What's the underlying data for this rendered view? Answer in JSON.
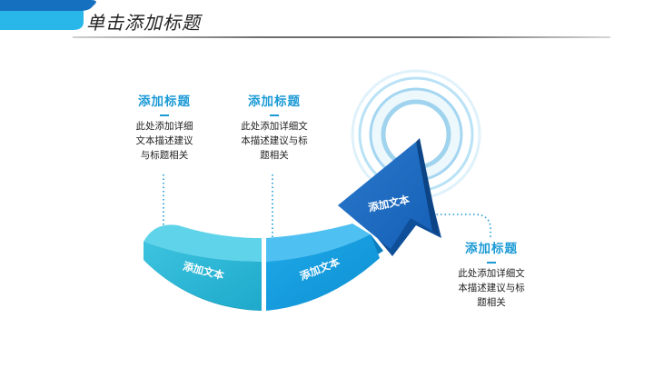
{
  "header": {
    "title": "单击添加标题"
  },
  "diagram": {
    "segment_left_label": "添加文本",
    "segment_mid_label": "添加文本",
    "arrow_label": "添加文本",
    "colors": {
      "cyan": "#25b4d4",
      "blue": "#139fe0",
      "navy": "#1766bd",
      "ring": "#9fd3ee"
    }
  },
  "notes": [
    {
      "title": "添加标题",
      "body": [
        "此处添加详细",
        "文本描述建议",
        "与标题相关"
      ]
    },
    {
      "title": "添加标题",
      "body": [
        "此处添加详细文",
        "本描述建议与标",
        "题相关"
      ]
    },
    {
      "title": "添加标题",
      "body": [
        "此处添加详细文",
        "本描述建议与标",
        "题相关"
      ]
    }
  ]
}
